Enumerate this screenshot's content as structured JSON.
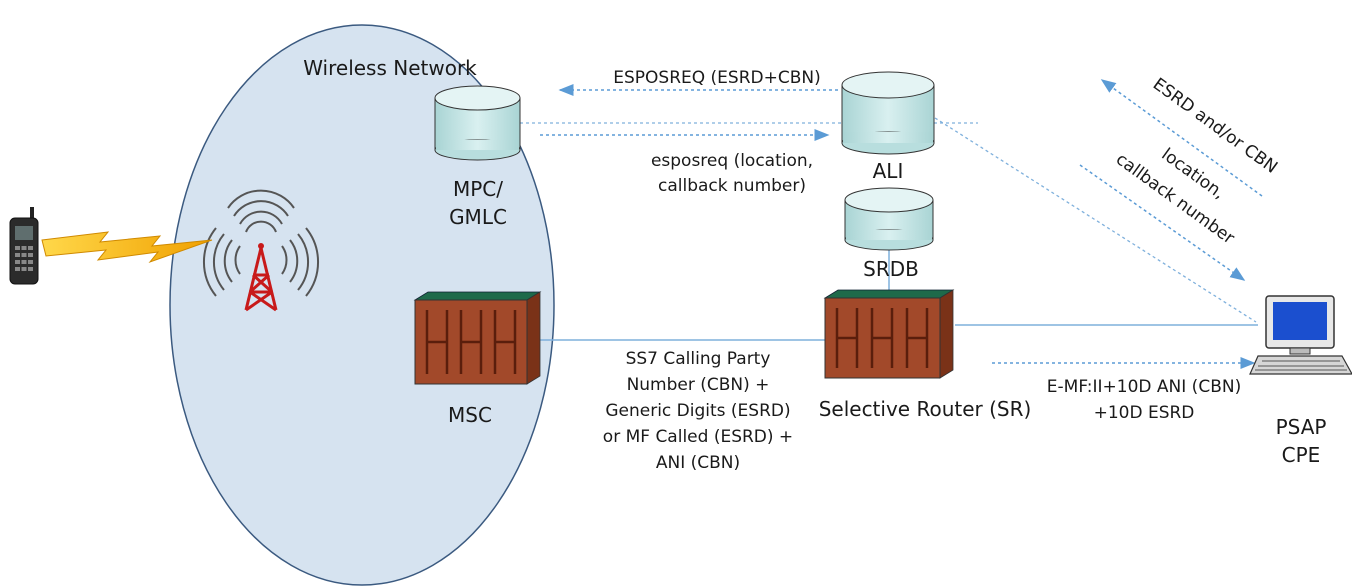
{
  "network": {
    "title": "Wireless Network",
    "mpc_label": [
      "MPC/",
      "GMLC"
    ],
    "msc_label": "MSC"
  },
  "ali": {
    "label": "ALI"
  },
  "srdb": {
    "label": "SRDB"
  },
  "router": {
    "label": "Selective Router (SR)"
  },
  "psap": {
    "label": [
      "PSAP",
      "CPE"
    ]
  },
  "flows": {
    "esposreq_upper": "ESPOSREQ (ESRD+CBN)",
    "esposreq_lower": [
      "esposreq (location,",
      "callback number)"
    ],
    "ss7": [
      "SS7 Calling Party",
      "Number (CBN) +",
      "Generic Digits (ESRD)",
      "or MF Called (ESRD) +",
      "ANI (CBN)"
    ],
    "emf": [
      "E-MF:II+10D ANI (CBN)",
      "+10D ESRD"
    ],
    "esrd_cbn": "ESRD and/or CBN",
    "location": [
      "location,",
      "callback number"
    ]
  },
  "colors": {
    "ellipse_fill": "#d6e3f0",
    "ellipse_stroke": "#3b5a80",
    "db_fill": "#c6e6e6",
    "switch_fill": "#a2492a",
    "switch_top": "#1e6a4a",
    "arrow": "#5b9bd5",
    "line": "#7fb0dc"
  }
}
